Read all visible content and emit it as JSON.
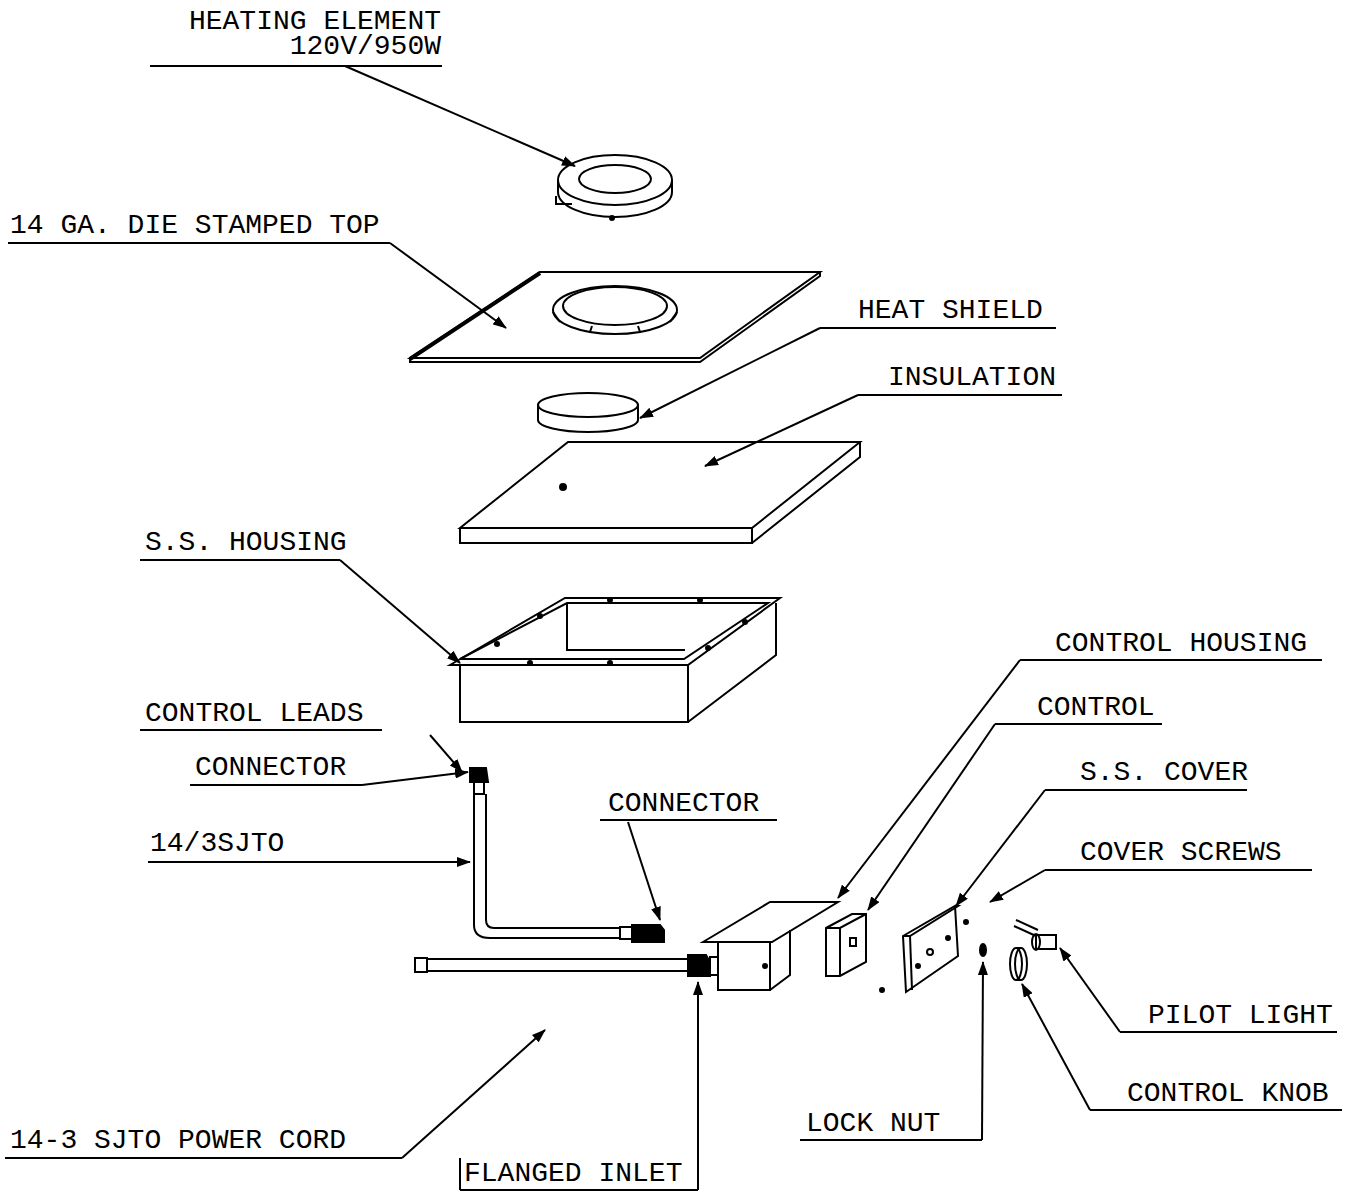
{
  "diagram": {
    "labels": [
      "HEATING ELEMENT 120V/950W",
      "14 GA. DIE STAMPED TOP",
      "HEAT SHIELD",
      "INSULATION",
      "S.S. HOUSING",
      "CONTROL HOUSING",
      "CONTROL LEADS",
      "CONNECTOR",
      "CONTROL",
      "S.S. COVER",
      "CONNECTOR",
      "COVER SCREWS",
      "14/3SJTO",
      "PILOT LIGHT",
      "CONTROL KNOB",
      "LOCK NUT",
      "14-3 SJTO POWER CORD",
      "FLANGED INLET"
    ]
  }
}
